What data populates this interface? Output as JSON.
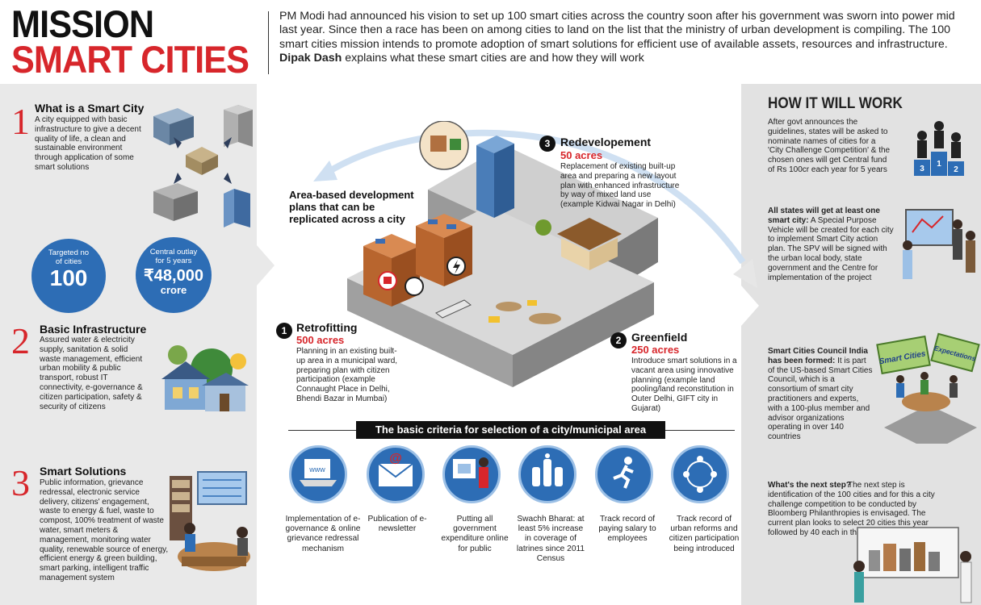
{
  "header": {
    "title_line1": "MISSION",
    "title_line2": "SMART CITIES",
    "intro_text": "PM Modi had announced his vision to set up 100 smart cities across the country soon after his government was sworn into power mid last year. Since then a race has been on among cities to land on the list that the ministry of urban development is compiling. The 100 smart cities mission intends to promote adoption of smart solutions for efficient use of available assets, resources and infrastructure.",
    "byline_name": "Dipak Dash",
    "byline_rest": "explains what these smart cities are and how they will work"
  },
  "left": {
    "s1": {
      "num": "1",
      "title": "What is a Smart City",
      "body": "A city equipped with basic infrastructure to give a decent quality of life, a clean and sustainable environment through application of some smart solutions"
    },
    "stat1": {
      "label": "Targeted no of cities",
      "value": "100"
    },
    "stat2": {
      "label": "Central outlay for 5 years",
      "value": "₹48,000",
      "unit": "crore"
    },
    "s2": {
      "num": "2",
      "title": "Basic Infrastructure",
      "body": "Assured water & electricity supply, sanitation & solid waste management, efficient urban mobility & public transport, robust IT connectivity, e-governance & citizen participation, safety & security of citizens"
    },
    "s3": {
      "num": "3",
      "title": "Smart Solutions",
      "body": "Public information, grievance redressal, electronic service delivery, citizens' engagement, waste to energy & fuel, waste to compost, 100% treatment of waste water, smart meters & management, monitoring water quality, renewable source of energy, efficient energy & green building, smart parking, intelligent traffic management system"
    }
  },
  "center": {
    "area_based": "Area-based development plans that can be replicated across a city",
    "retro": {
      "num": "1",
      "title": "Retrofitting",
      "acres": "500 acres",
      "body": "Planning in an existing built-up area in a municipal ward, preparing plan with citizen participation (example Connaught Place in Delhi, Bhendi Bazar in Mumbai)"
    },
    "green": {
      "num": "2",
      "title": "Greenfield",
      "acres": "250 acres",
      "body": "Introduce smart solutions in a vacant area using innovative planning (example land pooling/land reconstitution in Outer Delhi, GIFT city in Gujarat)"
    },
    "redev": {
      "num": "3",
      "title": "Redevelopement",
      "acres": "50 acres",
      "body": "Replacement of existing built-up area and preparing a new layout plan with enhanced infrastructure by way of mixed land use (example Kidwai Nagar in Delhi)"
    },
    "criteria_title": "The basic criteria for selection of a city/municipal area",
    "criteria": [
      {
        "text": "Implementation of e-governance & online grievance redressal mechanism",
        "icon": "laptop-www-icon"
      },
      {
        "text": "Publication of e-newsletter",
        "icon": "email-envelope-icon"
      },
      {
        "text": "Putting all government expenditure online for public",
        "icon": "presenter-screen-icon"
      },
      {
        "text": "Swachh Bharat: at least 5% increase in coverage of latrines since 2011 Census",
        "icon": "toilet-icon"
      },
      {
        "text": "Track record of paying salary to employees",
        "icon": "running-man-icon"
      },
      {
        "text": "Track record of urban reforms and citizen participation being introduced",
        "icon": "people-circle-icon"
      }
    ],
    "www_label": "www",
    "at_label": "@"
  },
  "right": {
    "title": "HOW IT WILL WORK",
    "p1": "After govt announces the guidelines, states will be asked to nominate names of cities for a 'City Challenge Competition' & the chosen ones will get Central fund of Rs 100cr each year for 5 years",
    "podium": [
      "3",
      "1",
      "2"
    ],
    "p2_bold": "All states will get at least one smart city:",
    "p2_rest": "A Special Purpose Vehicle will be created for each city to implement Smart City action plan. The SPV will be signed with the urban local body, state government and the Centre for implementation of the project",
    "p3_bold": "Smart Cities Council India has been formed:",
    "p3_rest": "It is part of the US-based Smart Cities Council, which is a consortium of smart city practitioners and experts, with a 100-plus member and advisor organizations operating in over 140 countries",
    "sign1": "Smart Cities",
    "sign2": "Expectations",
    "p4_bold": "What's the next step?",
    "p4_rest": "The next step is identification of the 100 cities and for this a city challenge competition to be conducted by Bloomberg Philanthropies is envisaged. The current plan looks to select 20 cities this year followed by 40 each in the next two years"
  },
  "colors": {
    "accent_red": "#d7262b",
    "blue": "#2d6db5",
    "panel_gray": "#e9e9e9"
  }
}
